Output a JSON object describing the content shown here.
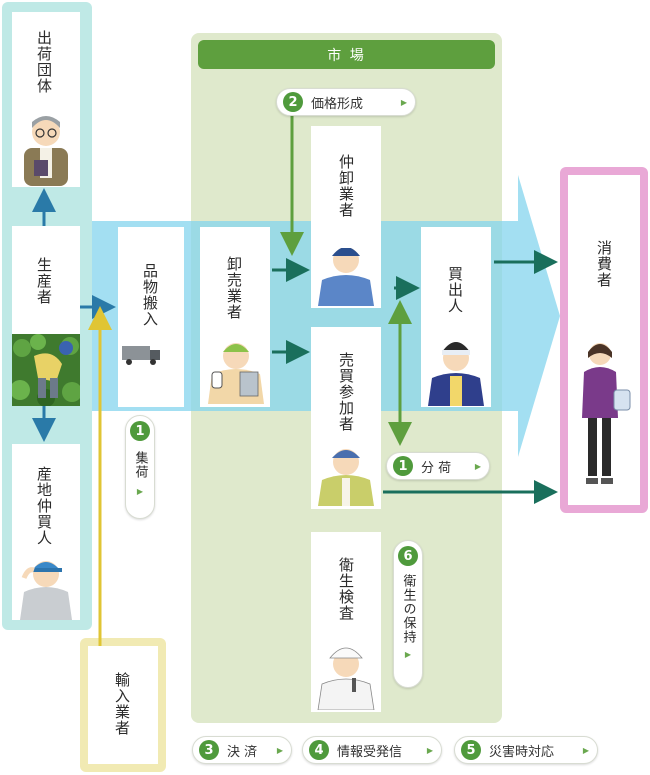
{
  "market": {
    "label": "市 場"
  },
  "nodes": {
    "shipping_group": "出荷団体",
    "producer": "生産者",
    "local_broker": "産地仲買人",
    "importer": "輸入業者",
    "delivery": "品物搬入",
    "wholesaler": "卸売業者",
    "intermediate": "仲卸業者",
    "buying_participant": "売買参加者",
    "hygiene": "衛生検査",
    "buyer": "買出人",
    "consumer": "消費者"
  },
  "functions": {
    "collect": {
      "num": "1",
      "label": "集荷"
    },
    "distribute": {
      "num": "1",
      "label": "分 荷"
    },
    "price": {
      "num": "2",
      "label": "価格形成"
    },
    "settlement": {
      "num": "3",
      "label": "決 済"
    },
    "info": {
      "num": "4",
      "label": "情報受発信"
    },
    "disaster": {
      "num": "5",
      "label": "災害時対応"
    },
    "hygiene_keep": {
      "num": "6",
      "label": "衛生の保持"
    }
  },
  "colors": {
    "cyan_panel": "#bfe9e6",
    "cyan_arrow": "#84d4ee",
    "market_bg": "#dfe9cc",
    "market_header": "#5e9f3e",
    "yellow_frame": "#f1eab3",
    "yellow_line": "#e0c534",
    "pink_frame": "#e9a8d6",
    "arrow_teal": "#1a6f5c",
    "arrow_green": "#5e9f3e",
    "arrow_blue": "#2a7aa8"
  }
}
